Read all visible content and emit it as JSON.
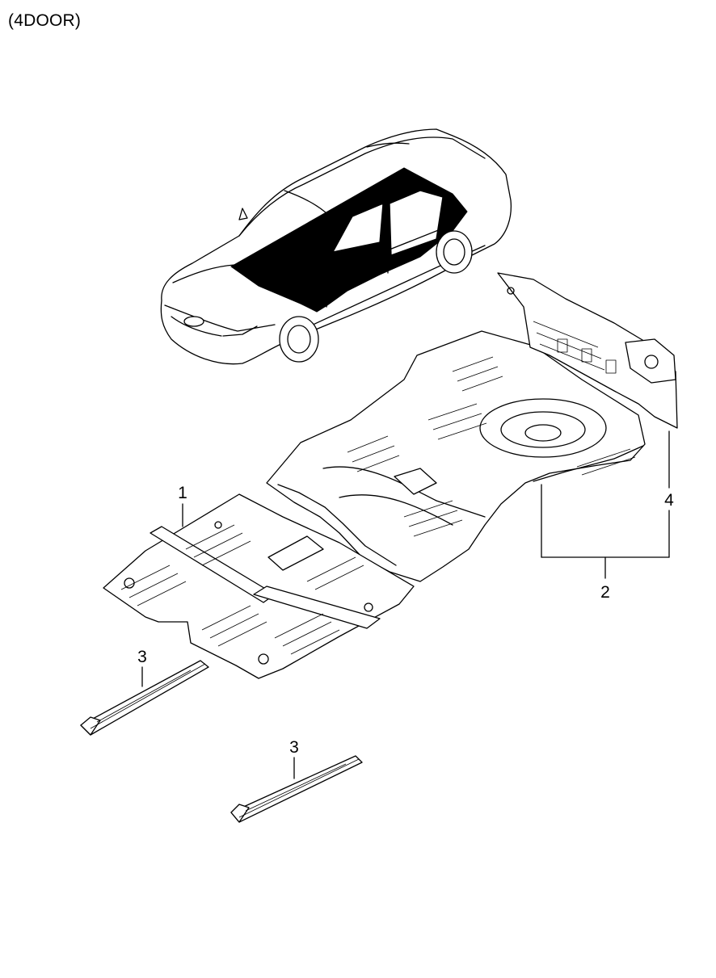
{
  "title": "(4DOOR)",
  "callouts": {
    "part1": "1",
    "part2": "2",
    "part3a": "3",
    "part3b": "3",
    "part4": "4"
  },
  "colors": {
    "line": "#000000",
    "fill": "#000000",
    "background": "#ffffff"
  }
}
